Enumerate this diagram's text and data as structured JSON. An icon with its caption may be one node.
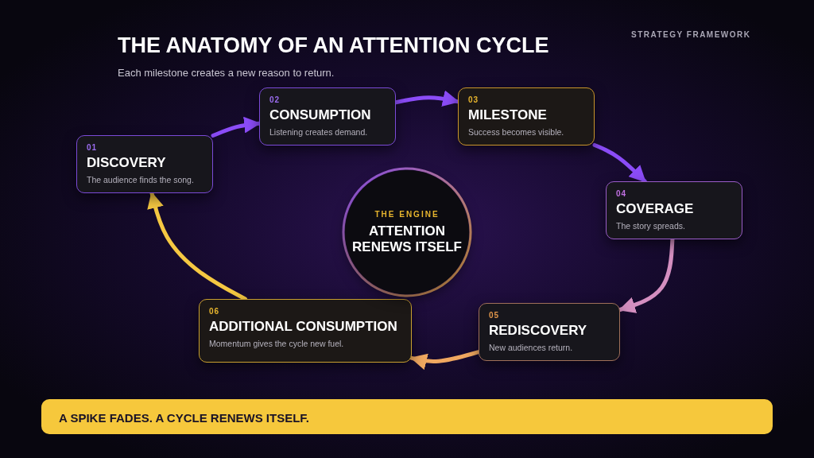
{
  "diagram": {
    "title": "THE ANATOMY OF AN ATTENTION CYCLE",
    "nodes": [
      {
        "text": [
          "01",
          "DISCOVERY",
          "The audience finds the song."
        ]
      },
      {
        "text": [
          "02",
          "CONSUMPTION",
          "Listening creates demand."
        ]
      },
      {
        "text": [
          "03",
          "MILESTONE",
          "Success becomes visible."
        ]
      },
      {
        "text": [
          "04",
          "COVERAGE",
          "The story spreads."
        ]
      },
      {
        "text": [
          "05",
          "REDISCOVERY",
          "New audiences return."
        ]
      },
      {
        "text": [
          "06",
          "ADDITIONAL CONSUMPTION",
          "Momentum gives the cycle new fuel."
        ]
      },
      {
        "text": [
          "THE ENGINE",
          "ATTENTION RENEWS ITSELF"
        ]
      }
    ],
    "edges": [
      {
        "from": 0,
        "to": 1,
        "arrow": "to"
      },
      {
        "from": 1,
        "to": 2,
        "arrow": "to"
      },
      {
        "from": 2,
        "to": 3,
        "arrow": "to"
      },
      {
        "from": 3,
        "to": 4,
        "arrow": "to",
        "color": "#d48fc0"
      },
      {
        "from": 4,
        "to": 5,
        "arrow": "to",
        "color": "#f0a860"
      },
      {
        "from": 5,
        "to": 0,
        "arrow": "to",
        "color": "#f5c842"
      }
    ],
    "labels": [
      "Each milestone creates a new reason to return.",
      "STRATEGY FRAMEWORK",
      "A SPIKE FADES. A CYCLE RENEWS ITSELF."
    ]
  }
}
